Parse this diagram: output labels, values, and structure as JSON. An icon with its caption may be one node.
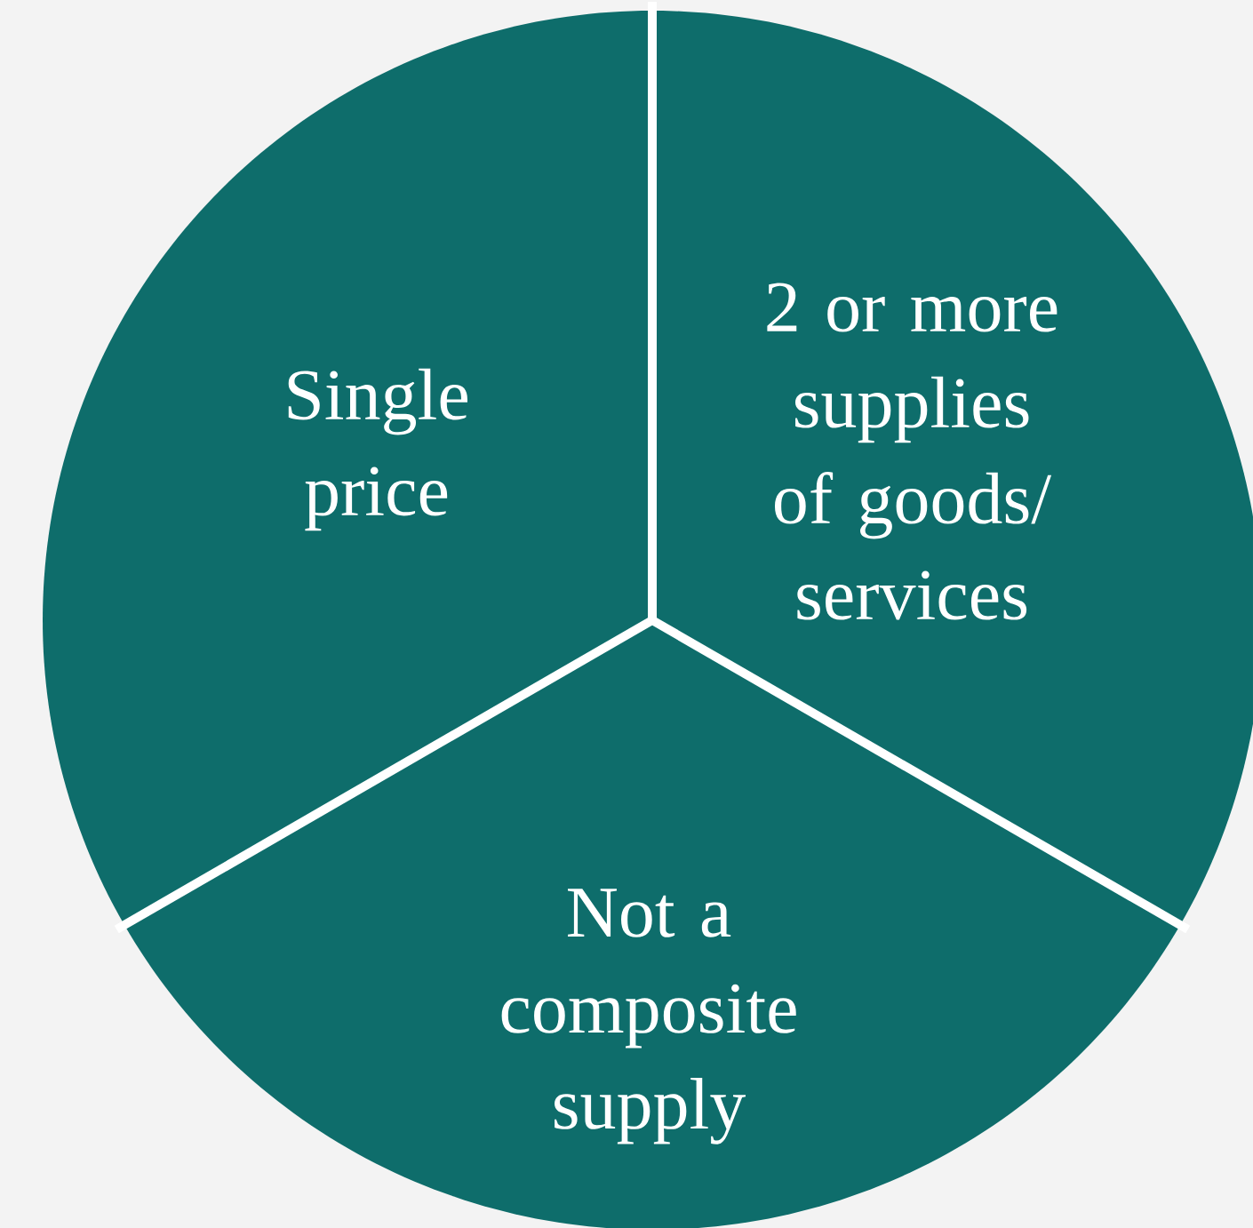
{
  "diagram": {
    "nodes": [
      {
        "text": [
          "Single price"
        ]
      },
      {
        "text": [
          "2 or more supplies of goods/ services"
        ]
      },
      {
        "text": [
          "Not a composite supply"
        ]
      }
    ]
  }
}
